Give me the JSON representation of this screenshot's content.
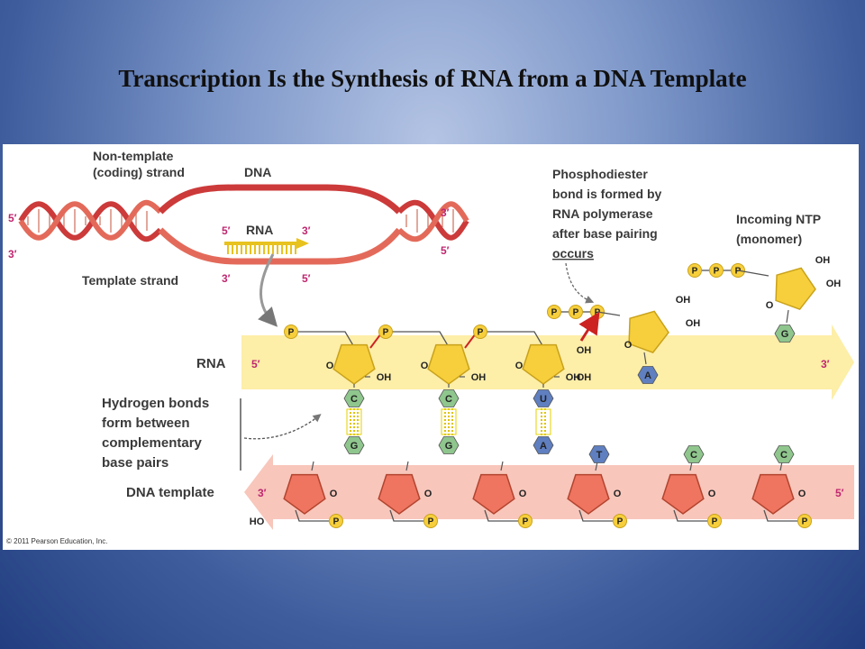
{
  "title": "Transcription Is the Synthesis of RNA from a DNA Template",
  "labels": {
    "non_template_1": "Non-template",
    "non_template_2": "(coding) strand",
    "dna": "DNA",
    "rna_inset": "RNA",
    "template_strand": "Template strand",
    "phospho_1": "Phosphodiester",
    "phospho_2": "bond is formed by",
    "phospho_3": "RNA polymerase",
    "phospho_4": "after base pairing",
    "phospho_5": "occurs",
    "ntp_1": "Incoming NTP",
    "ntp_2": "(monomer)",
    "rna_main": "RNA",
    "hbond_1": "Hydrogen bonds",
    "hbond_2": "form between",
    "hbond_3": "complementary",
    "hbond_4": "base pairs",
    "dna_template": "DNA template",
    "copyright": "© 2011 Pearson Education, Inc."
  },
  "primes": {
    "five": "5′",
    "three": "3′"
  },
  "chem": {
    "phosphate": "P",
    "oh": "OH",
    "o": "O",
    "ho": "HO"
  },
  "bases": {
    "rna": [
      "C",
      "C",
      "U",
      "A",
      "G"
    ],
    "dna": [
      "G",
      "G",
      "A",
      "T",
      "C",
      "C"
    ]
  },
  "colors": {
    "rna_band": "#fdeea8",
    "dna_band": "#f8c6bb",
    "sugar_rna": "#f7cf3c",
    "sugar_dna": "#ef7560",
    "base_c": "#8fc68d",
    "base_g": "#8fc68d",
    "base_u": "#5f7fc0",
    "base_a": "#5f7fc0",
    "base_t": "#5f7fc0",
    "phosphate": "#f7cf3c",
    "helix": "#cc3a3a",
    "bond_arrow": "#cc2222"
  }
}
